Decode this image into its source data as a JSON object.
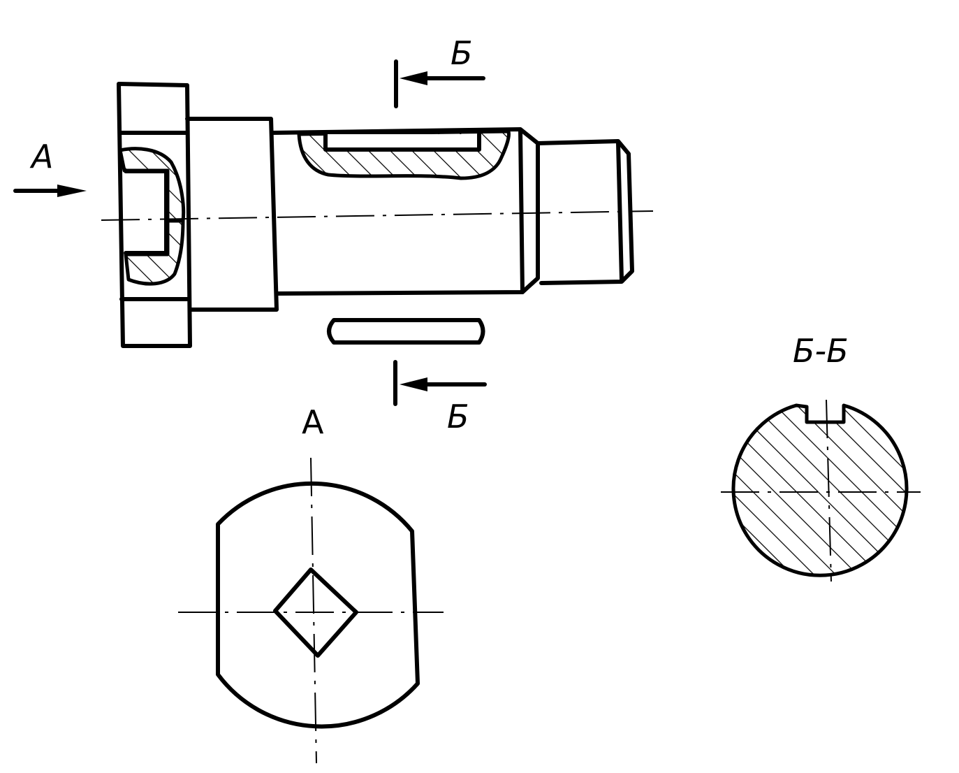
{
  "labels": {
    "view_arrow_a": "А",
    "view_title_a": "А",
    "cut_top": "Б",
    "cut_bottom": "Б",
    "section_title": "Б-Б"
  }
}
